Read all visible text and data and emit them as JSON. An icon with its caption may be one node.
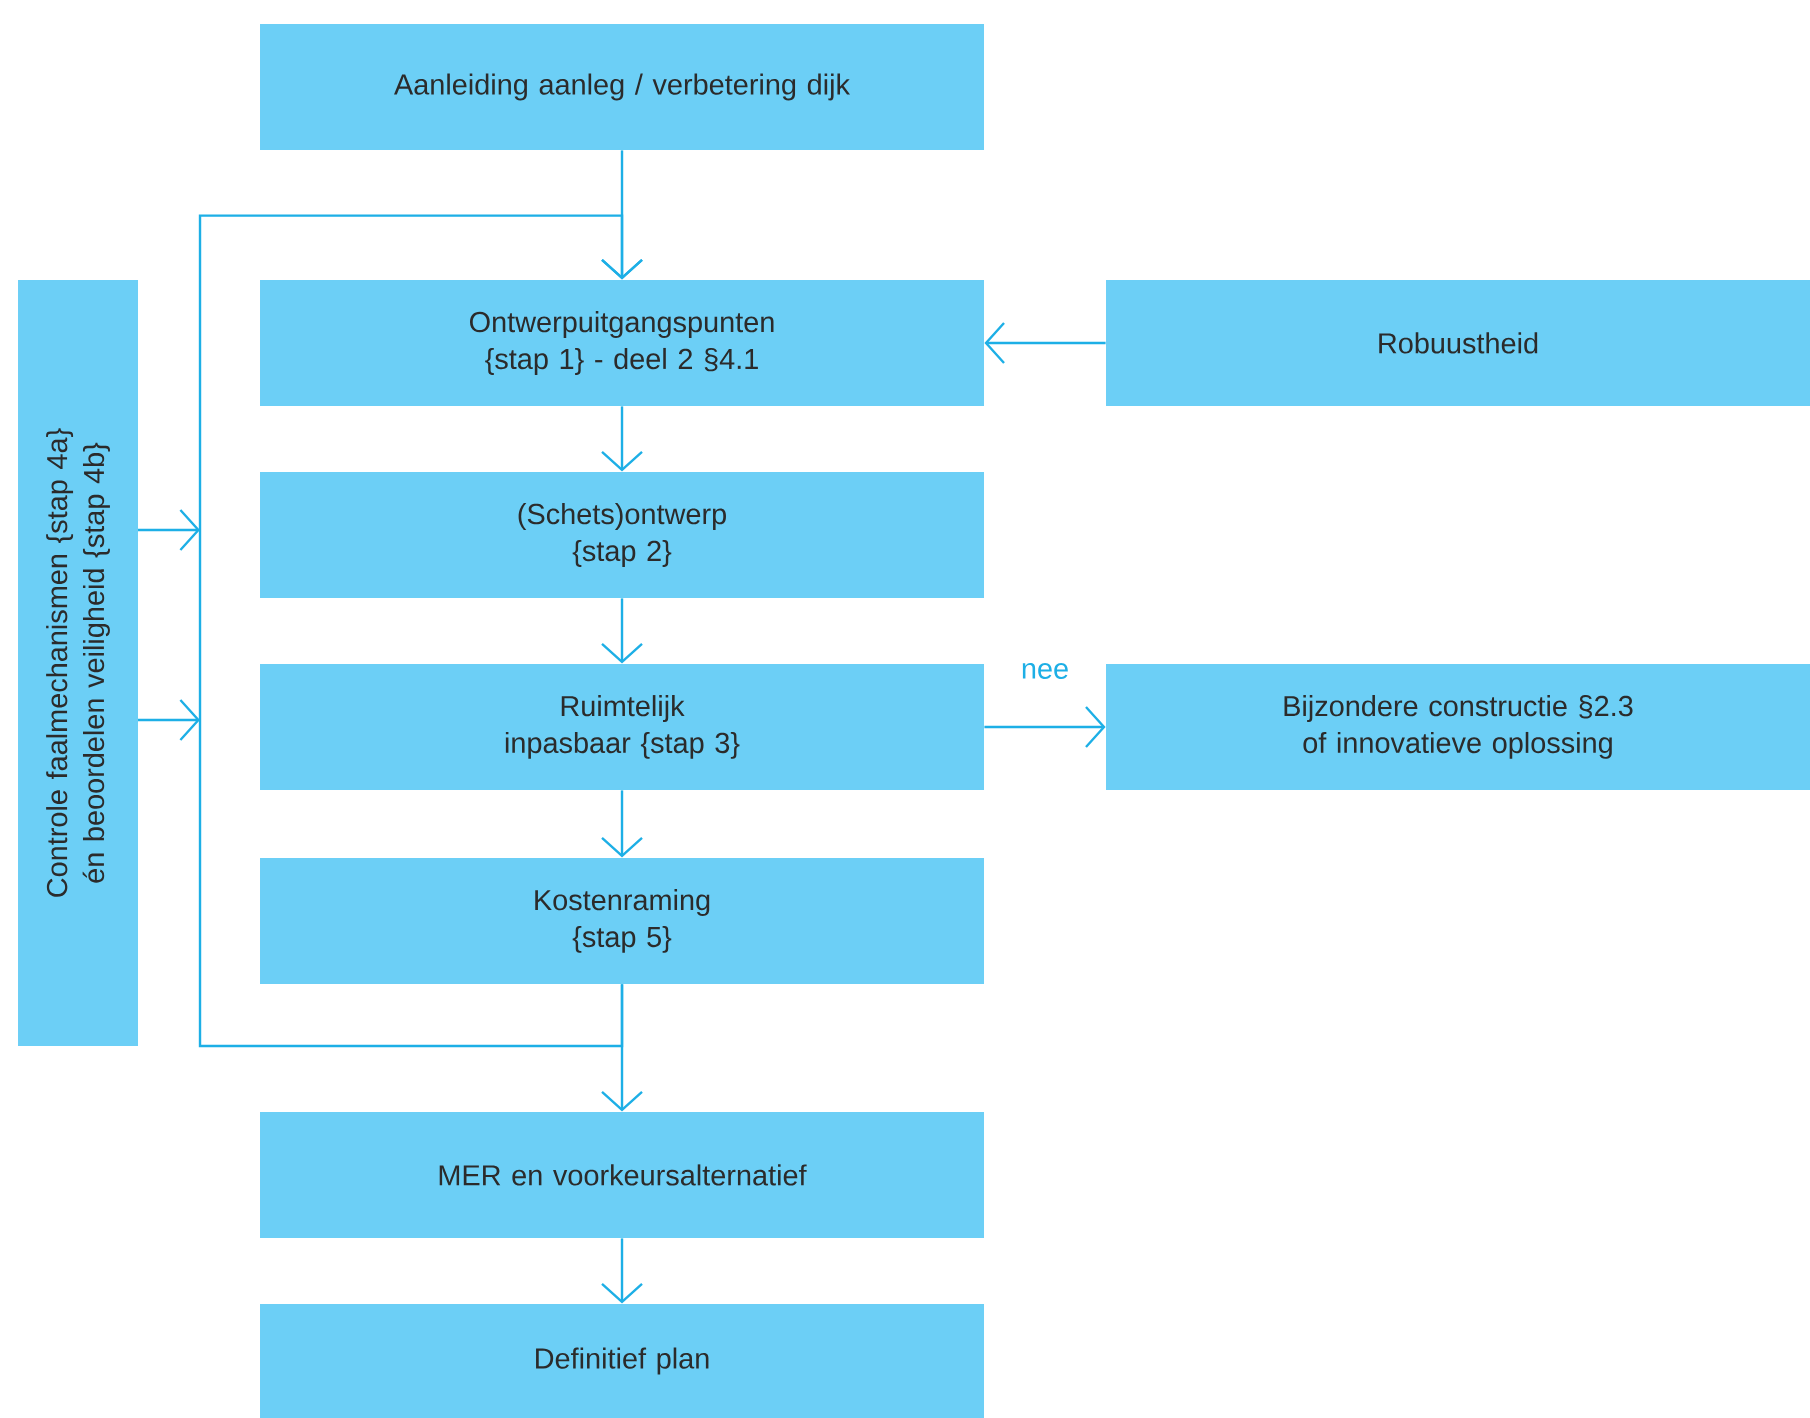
{
  "diagram": {
    "nodes": [
      {
        "text": [
          "Aanleiding aanleg / verbetering dijk"
        ]
      },
      {
        "text": [
          "Ontwerpuitgangspunten {stap 1} - deel 2 §4.1"
        ]
      },
      {
        "text": [
          "Robuustheid"
        ]
      },
      {
        "text": [
          "(Schets)ontwerp {stap 2}"
        ]
      },
      {
        "text": [
          "Ruimtelijk inpasbaar {stap 3}"
        ]
      },
      {
        "text": [
          "Bijzondere constructie §2.3 of innovatieve oplossing"
        ]
      },
      {
        "text": [
          "Kostenraming {stap 5}"
        ]
      },
      {
        "text": [
          "MER en voorkeursalternatief"
        ]
      },
      {
        "text": [
          "Definitief plan"
        ]
      },
      {
        "text": [
          "Controle faalmechanismen {stap 4a} én beoordelen veiligheid {stap 4b}"
        ]
      }
    ],
    "edges": [
      {
        "from": 0,
        "to": 1,
        "arrow": "to"
      },
      {
        "from": 2,
        "to": 1,
        "arrow": "to"
      },
      {
        "from": 1,
        "to": 3,
        "arrow": "to"
      },
      {
        "from": 3,
        "to": 4,
        "arrow": "to"
      },
      {
        "from": 4,
        "to": 5,
        "arrow": "to",
        "label": "nee"
      },
      {
        "from": 4,
        "to": 6,
        "arrow": "to"
      },
      {
        "from": 6,
        "to": 1,
        "arrow": "to"
      },
      {
        "from": 6,
        "to": 7,
        "arrow": "to"
      },
      {
        "from": 7,
        "to": 8,
        "arrow": "to"
      },
      {
        "from": 9,
        "to": null,
        "arrow": "to"
      },
      {
        "from": 9,
        "to": null,
        "arrow": "to"
      }
    ]
  }
}
